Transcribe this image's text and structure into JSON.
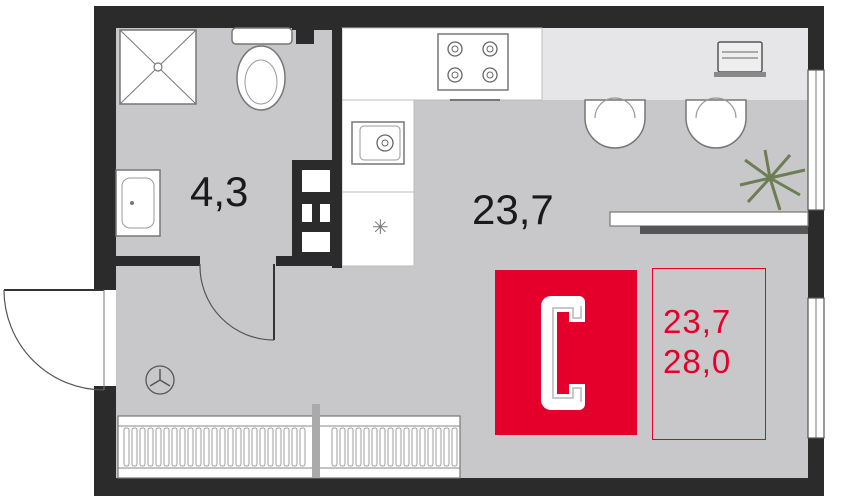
{
  "rooms": {
    "bathroom_area": "4,3",
    "main_room_area": "23,7"
  },
  "badge": {
    "letter": "C",
    "color": "#e4002b"
  },
  "areas": {
    "living": "23,7",
    "total": "28,0"
  },
  "colors": {
    "wall": "#2b2b2b",
    "floor": "#c8c8ca",
    "kitchen": "#e6e6e8",
    "accent": "#e4002b"
  }
}
